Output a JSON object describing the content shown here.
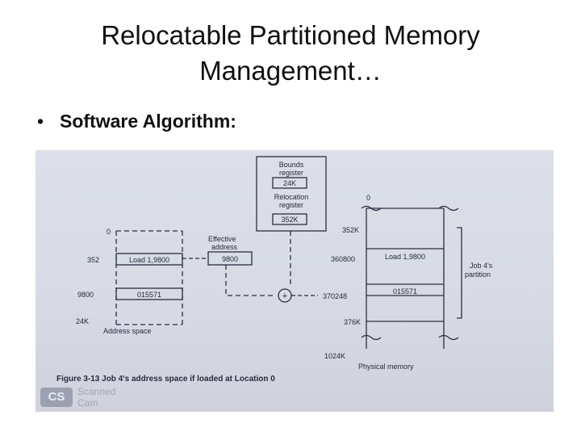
{
  "slide": {
    "title_line1": "Relocatable Partitioned Memory",
    "title_line2": "Management…",
    "bullet_marker": "•",
    "bullet_text": "Software Algorithm:"
  },
  "figure": {
    "bounds_register_label_1": "Bounds",
    "bounds_register_label_2": "register",
    "bounds_register_value": "24K",
    "relocation_register_label_1": "Relocation",
    "relocation_register_label_2": "register",
    "relocation_register_value": "352K",
    "address_space": {
      "addr_0": "0",
      "addr_352": "352",
      "addr_9800": "9800",
      "addr_24k": "24K",
      "load_instr": "Load 1,9800",
      "data_value": "015571",
      "label": "Address space"
    },
    "effective_address_label_1": "Effective",
    "effective_address_label_2": "address",
    "effective_address_value": "9800",
    "adder_symbol": "+",
    "physical_memory": {
      "addr_0": "0",
      "addr_352k": "352K",
      "addr_360800": "360800",
      "addr_370248": "370248",
      "addr_376k": "376K",
      "addr_1024k": "1024K",
      "load_instr": "Load 1,9800",
      "data_value": "015571",
      "label": "Physical memory"
    },
    "partition_label_1": "Job 4's",
    "partition_label_2": "partition",
    "caption": "Figure 3-13  Job 4's address space if loaded at Location 0",
    "scanner_badge": "CS",
    "scanner_text_1": "Scanned",
    "scanner_text_2": "Cam"
  },
  "colors": {
    "photo_background": "#d9dce6",
    "ink": "#262b3d"
  }
}
